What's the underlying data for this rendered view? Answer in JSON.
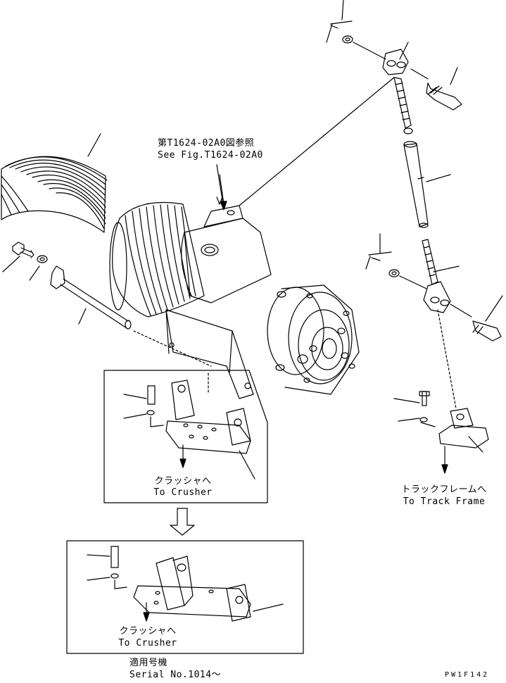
{
  "reference": {
    "jp": "第T1624-02A0図参照",
    "en": "See Fig.T1624-02A0"
  },
  "crusher_box_upper": {
    "jp": "クラッシャへ",
    "en": "To Crusher"
  },
  "crusher_box_lower": {
    "jp": "クラッシャへ",
    "en": "To Crusher"
  },
  "track_frame": {
    "jp": "トラックフレームへ",
    "en": "To Track Frame"
  },
  "applicability": {
    "jp": "適用号機",
    "en": "Serial No.1014～"
  },
  "drawing_code": "PW1F142"
}
